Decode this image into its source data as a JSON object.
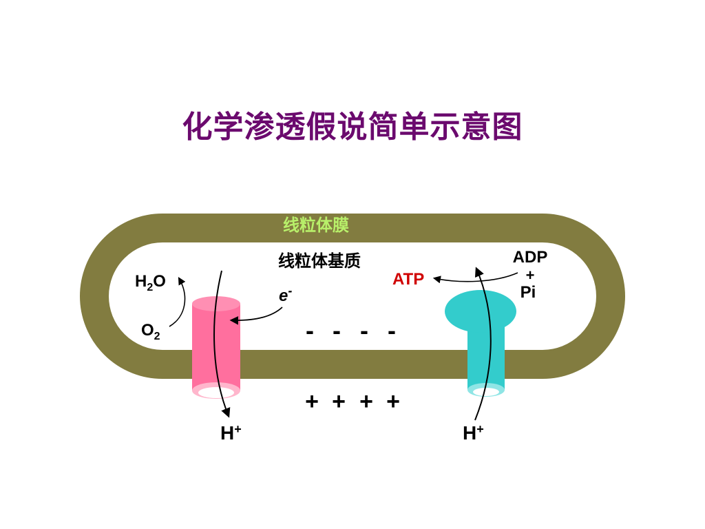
{
  "title": "化学渗透假说简单示意图",
  "diagram": {
    "membrane_label": "线粒体膜",
    "matrix_label": "线粒体基质",
    "water": "H",
    "water_sub": "2",
    "water_end": "O",
    "oxygen": "O",
    "oxygen_sub": "2",
    "electron": "e",
    "electron_sup": "-",
    "atp": "ATP",
    "adp": "ADP",
    "plus_sign": "+",
    "pi": "Pi",
    "negative_charges": [
      "-",
      "-",
      "-",
      "-"
    ],
    "positive_charges": [
      "+",
      "+",
      "+",
      "+"
    ],
    "proton_left": "H",
    "proton_left_sup": "+",
    "proton_right": "H",
    "proton_right_sup": "+"
  },
  "colors": {
    "title": "#6B0A6E",
    "membrane": "#827C40",
    "membrane_label": "#B8F06A",
    "pump": "#FF6F9E",
    "synthase": "#33CCCC",
    "atp": "#D00000"
  }
}
